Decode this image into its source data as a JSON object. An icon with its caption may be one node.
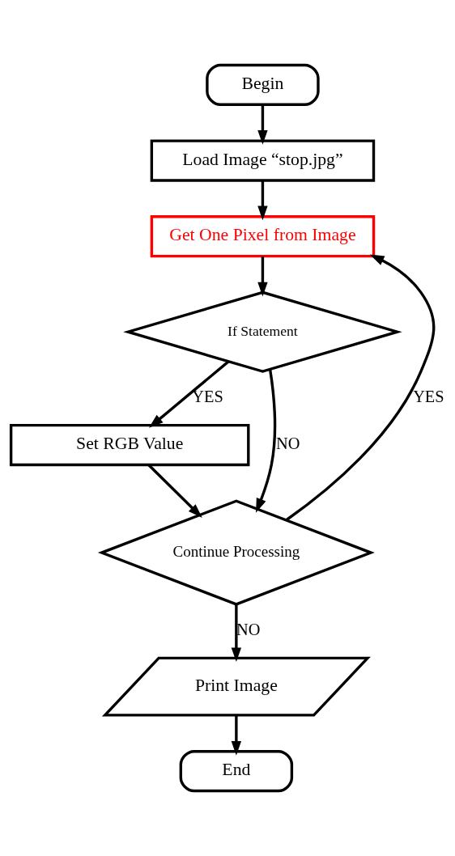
{
  "diagram": {
    "nodes": [
      {
        "text": [
          "Begin"
        ]
      },
      {
        "text": [
          "Load Image “stop.jpg”"
        ]
      },
      {
        "text": [
          "Get One Pixel from Image"
        ]
      },
      {
        "text": [
          "If Statement"
        ]
      },
      {
        "text": [
          "Set RGB Value"
        ]
      },
      {
        "text": [
          "Continue Processing"
        ]
      },
      {
        "text": [
          "Print Image"
        ]
      },
      {
        "text": [
          "End"
        ]
      }
    ],
    "edges": [
      {
        "from": 0,
        "to": 1,
        "arrow": "to"
      },
      {
        "from": 1,
        "to": 2,
        "arrow": "to"
      },
      {
        "from": 2,
        "to": 3,
        "arrow": "to"
      },
      {
        "from": 3,
        "to": 4,
        "arrow": "to",
        "label": "YES"
      },
      {
        "from": 3,
        "to": 5,
        "arrow": "to",
        "label": "NO"
      },
      {
        "from": 4,
        "to": 5,
        "arrow": "to"
      },
      {
        "from": 5,
        "to": 2,
        "arrow": "to",
        "label": "YES"
      },
      {
        "from": 5,
        "to": 6,
        "arrow": "to",
        "label": "NO"
      },
      {
        "from": 6,
        "to": 7,
        "arrow": "to"
      }
    ]
  }
}
